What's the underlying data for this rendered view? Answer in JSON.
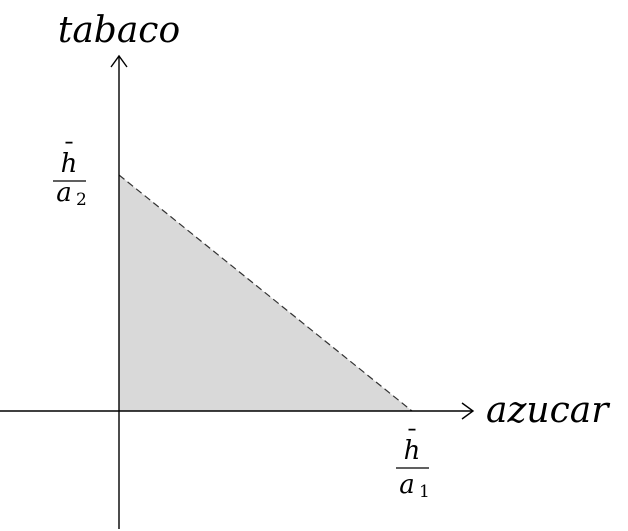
{
  "axes": {
    "y_label": "tabaco",
    "x_label": "azucar"
  },
  "intercepts": {
    "y": {
      "numerator": "h",
      "numerator_bar": "¯",
      "denominator_var": "a",
      "denominator_sub": "2"
    },
    "x": {
      "numerator": "h",
      "numerator_bar": "¯",
      "denominator_var": "a",
      "denominator_sub": "1"
    }
  },
  "colors": {
    "region_fill": "#d9d9d9",
    "axis": "#000000",
    "budget_line": "#333333"
  }
}
